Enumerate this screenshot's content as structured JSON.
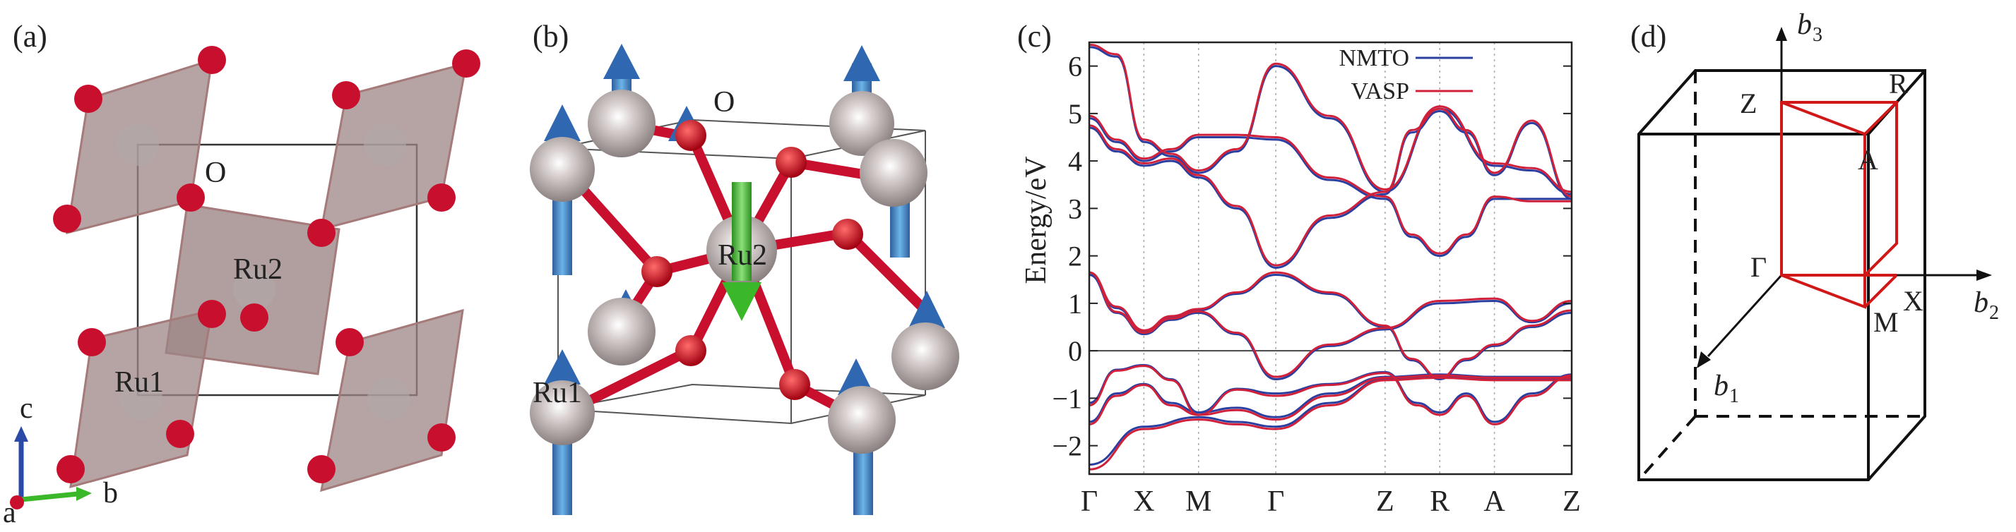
{
  "panels": {
    "a": {
      "label": "(a)",
      "atoms": {
        "o": "O",
        "ru1": "Ru1",
        "ru2": "Ru2"
      },
      "axes": {
        "c": "c",
        "b": "b",
        "a": "a"
      }
    },
    "b": {
      "label": "(b)",
      "atoms": {
        "o": "O",
        "ru1": "Ru1",
        "ru2": "Ru2"
      }
    },
    "c": {
      "label": "(c)",
      "legend": {
        "nmto": "NMTO",
        "vasp": "VASP"
      }
    },
    "d": {
      "label": "(d)",
      "points": {
        "Z": "Z",
        "R": "R",
        "A": "A",
        "Gamma": "Γ",
        "X": "X",
        "M": "M"
      },
      "vectors": {
        "b3": {
          "letter": "b",
          "sub": "3"
        },
        "b2": {
          "letter": "b",
          "sub": "2"
        },
        "b1": {
          "letter": "b",
          "sub": "1"
        }
      }
    }
  },
  "colors": {
    "oxygen": "#c8102e",
    "ruthenium": "#b8b0b0",
    "octahedron": "#9e8686",
    "spin_up": "#2f68b0",
    "spin_down": "#3bb82a",
    "nmto": "#2b3fa0",
    "vasp": "#d0203a",
    "bz_path": "#d01818"
  },
  "chart_data": {
    "type": "line",
    "title": "",
    "xlabel": "",
    "ylabel": "Energy/eV",
    "ylim": [
      -2.6,
      6.5
    ],
    "yticks": [
      -2,
      -1,
      0,
      1,
      2,
      3,
      4,
      5,
      6
    ],
    "ytick_labels": [
      "−2",
      "−1",
      "0",
      "1",
      "2",
      "3",
      "4",
      "5",
      "6"
    ],
    "kpoints": [
      "Γ",
      "X",
      "M",
      "Γ",
      "Z",
      "R",
      "A",
      "Z"
    ],
    "kpoint_pos": [
      0,
      0.5,
      1.0,
      1.707,
      2.707,
      3.207,
      3.707,
      4.414
    ],
    "legend_position": "top-right",
    "series": [
      {
        "name": "NMTO",
        "bands": [
          [
            [
              0,
              -2.4
            ],
            [
              0.5,
              -1.6
            ],
            [
              1.0,
              -1.4
            ],
            [
              1.35,
              -1.5
            ],
            [
              1.707,
              -1.6
            ],
            [
              2.2,
              -1.1
            ],
            [
              2.707,
              -0.6
            ],
            [
              3.207,
              -0.55
            ],
            [
              3.707,
              -0.6
            ],
            [
              4.414,
              -0.6
            ]
          ],
          [
            [
              0,
              -1.5
            ],
            [
              0.25,
              -0.9
            ],
            [
              0.5,
              -0.7
            ],
            [
              0.75,
              -1.1
            ],
            [
              1.0,
              -1.3
            ],
            [
              1.35,
              -1.2
            ],
            [
              1.707,
              -1.4
            ],
            [
              2.2,
              -0.9
            ],
            [
              2.707,
              -0.55
            ],
            [
              3.207,
              -0.5
            ],
            [
              3.707,
              -0.55
            ],
            [
              4.414,
              -0.55
            ]
          ],
          [
            [
              0,
              -1.1
            ],
            [
              0.25,
              -0.4
            ],
            [
              0.5,
              -0.3
            ],
            [
              0.75,
              -0.6
            ],
            [
              1.0,
              -1.3
            ],
            [
              1.35,
              -0.8
            ],
            [
              1.707,
              -0.9
            ],
            [
              2.2,
              -0.7
            ],
            [
              2.707,
              -0.45
            ],
            [
              3.0,
              -1.1
            ],
            [
              3.207,
              -1.3
            ],
            [
              3.45,
              -0.9
            ],
            [
              3.707,
              -1.5
            ],
            [
              4.05,
              -0.9
            ],
            [
              4.414,
              -0.5
            ]
          ],
          [
            [
              0,
              1.6
            ],
            [
              0.25,
              0.8
            ],
            [
              0.5,
              0.35
            ],
            [
              0.75,
              0.65
            ],
            [
              1.0,
              0.8
            ],
            [
              1.35,
              0.35
            ],
            [
              1.707,
              -0.6
            ],
            [
              2.2,
              0.1
            ],
            [
              2.707,
              0.45
            ],
            [
              3.207,
              1.0
            ],
            [
              3.707,
              1.05
            ],
            [
              4.05,
              0.6
            ],
            [
              4.414,
              1.0
            ]
          ],
          [
            [
              0,
              1.6
            ],
            [
              0.25,
              0.9
            ],
            [
              0.5,
              0.4
            ],
            [
              0.75,
              0.7
            ],
            [
              1.0,
              0.85
            ],
            [
              1.35,
              1.2
            ],
            [
              1.707,
              1.6
            ],
            [
              2.2,
              1.2
            ],
            [
              2.707,
              0.5
            ],
            [
              2.95,
              -0.2
            ],
            [
              3.207,
              -0.6
            ],
            [
              3.45,
              -0.2
            ],
            [
              3.707,
              0.1
            ],
            [
              4.05,
              0.5
            ],
            [
              4.414,
              0.8
            ]
          ],
          [
            [
              0,
              4.9
            ],
            [
              0.25,
              4.4
            ],
            [
              0.5,
              4.0
            ],
            [
              0.75,
              4.2
            ],
            [
              1.0,
              4.5
            ],
            [
              1.35,
              4.5
            ],
            [
              1.707,
              4.45
            ],
            [
              2.2,
              3.6
            ],
            [
              2.707,
              3.2
            ],
            [
              2.95,
              2.4
            ],
            [
              3.207,
              2.0
            ],
            [
              3.45,
              2.4
            ],
            [
              3.707,
              3.2
            ],
            [
              4.05,
              3.2
            ],
            [
              4.414,
              3.2
            ]
          ],
          [
            [
              0,
              4.7
            ],
            [
              0.25,
              4.2
            ],
            [
              0.5,
              3.9
            ],
            [
              0.75,
              4.0
            ],
            [
              1.0,
              3.65
            ],
            [
              1.35,
              3.0
            ],
            [
              1.707,
              1.75
            ],
            [
              2.2,
              2.8
            ],
            [
              2.707,
              3.3
            ],
            [
              2.95,
              4.6
            ],
            [
              3.207,
              5.05
            ],
            [
              3.45,
              4.6
            ],
            [
              3.707,
              3.7
            ],
            [
              4.05,
              4.8
            ],
            [
              4.414,
              3.2
            ]
          ],
          [
            [
              0,
              6.4
            ],
            [
              0.25,
              6.2
            ],
            [
              0.5,
              4.4
            ],
            [
              0.75,
              4.1
            ],
            [
              1.0,
              3.75
            ],
            [
              1.35,
              4.2
            ],
            [
              1.707,
              6.0
            ],
            [
              2.2,
              4.9
            ],
            [
              2.707,
              3.35
            ],
            [
              3.207,
              5.1
            ],
            [
              3.707,
              3.9
            ],
            [
              4.05,
              3.8
            ],
            [
              4.414,
              3.3
            ]
          ]
        ]
      },
      {
        "name": "VASP",
        "bands": [
          [
            [
              0,
              -2.5
            ],
            [
              0.5,
              -1.65
            ],
            [
              1.0,
              -1.45
            ],
            [
              1.35,
              -1.55
            ],
            [
              1.707,
              -1.65
            ],
            [
              2.2,
              -1.15
            ],
            [
              2.707,
              -0.62
            ],
            [
              3.207,
              -0.57
            ],
            [
              3.707,
              -0.62
            ],
            [
              4.414,
              -0.62
            ]
          ],
          [
            [
              0,
              -1.55
            ],
            [
              0.25,
              -0.95
            ],
            [
              0.5,
              -0.72
            ],
            [
              0.75,
              -1.15
            ],
            [
              1.0,
              -1.35
            ],
            [
              1.35,
              -1.25
            ],
            [
              1.707,
              -1.45
            ],
            [
              2.2,
              -0.95
            ],
            [
              2.707,
              -0.57
            ],
            [
              3.207,
              -0.52
            ],
            [
              3.707,
              -0.57
            ],
            [
              4.414,
              -0.57
            ]
          ],
          [
            [
              0,
              -1.15
            ],
            [
              0.25,
              -0.42
            ],
            [
              0.5,
              -0.32
            ],
            [
              0.75,
              -0.62
            ],
            [
              1.0,
              -1.35
            ],
            [
              1.35,
              -0.82
            ],
            [
              1.707,
              -0.95
            ],
            [
              2.2,
              -0.72
            ],
            [
              2.707,
              -0.47
            ],
            [
              3.0,
              -1.15
            ],
            [
              3.207,
              -1.35
            ],
            [
              3.45,
              -0.95
            ],
            [
              3.707,
              -1.55
            ],
            [
              4.05,
              -0.95
            ],
            [
              4.414,
              -0.52
            ]
          ],
          [
            [
              0,
              1.65
            ],
            [
              0.25,
              0.82
            ],
            [
              0.5,
              0.38
            ],
            [
              0.75,
              0.68
            ],
            [
              1.0,
              0.83
            ],
            [
              1.35,
              0.38
            ],
            [
              1.707,
              -0.55
            ],
            [
              2.2,
              0.13
            ],
            [
              2.707,
              0.48
            ],
            [
              3.207,
              1.05
            ],
            [
              3.707,
              1.1
            ],
            [
              4.05,
              0.63
            ],
            [
              4.414,
              1.05
            ]
          ],
          [
            [
              0,
              1.65
            ],
            [
              0.25,
              0.93
            ],
            [
              0.5,
              0.43
            ],
            [
              0.75,
              0.73
            ],
            [
              1.0,
              0.88
            ],
            [
              1.35,
              1.23
            ],
            [
              1.707,
              1.65
            ],
            [
              2.2,
              1.23
            ],
            [
              2.707,
              0.53
            ],
            [
              2.95,
              -0.17
            ],
            [
              3.207,
              -0.57
            ],
            [
              3.45,
              -0.17
            ],
            [
              3.707,
              0.13
            ],
            [
              4.05,
              0.53
            ],
            [
              4.414,
              0.85
            ]
          ],
          [
            [
              0,
              4.95
            ],
            [
              0.25,
              4.45
            ],
            [
              0.5,
              4.05
            ],
            [
              0.75,
              4.25
            ],
            [
              1.0,
              4.55
            ],
            [
              1.35,
              4.55
            ],
            [
              1.707,
              4.5
            ],
            [
              2.2,
              3.65
            ],
            [
              2.707,
              3.25
            ],
            [
              2.95,
              2.45
            ],
            [
              3.207,
              2.05
            ],
            [
              3.45,
              2.45
            ],
            [
              3.707,
              3.25
            ],
            [
              4.05,
              3.15
            ],
            [
              4.414,
              3.15
            ]
          ],
          [
            [
              0,
              4.75
            ],
            [
              0.25,
              4.25
            ],
            [
              0.5,
              3.95
            ],
            [
              0.75,
              4.05
            ],
            [
              1.0,
              3.7
            ],
            [
              1.35,
              3.05
            ],
            [
              1.707,
              1.8
            ],
            [
              2.2,
              2.85
            ],
            [
              2.707,
              3.35
            ],
            [
              2.95,
              4.65
            ],
            [
              3.207,
              5.1
            ],
            [
              3.45,
              4.65
            ],
            [
              3.707,
              3.75
            ],
            [
              4.05,
              4.85
            ],
            [
              4.414,
              3.25
            ]
          ],
          [
            [
              0,
              6.45
            ],
            [
              0.25,
              6.25
            ],
            [
              0.5,
              4.45
            ],
            [
              0.75,
              4.15
            ],
            [
              1.0,
              3.8
            ],
            [
              1.35,
              4.25
            ],
            [
              1.707,
              6.05
            ],
            [
              2.2,
              4.95
            ],
            [
              2.707,
              3.4
            ],
            [
              3.207,
              5.15
            ],
            [
              3.707,
              3.95
            ],
            [
              4.05,
              3.85
            ],
            [
              4.414,
              3.35
            ]
          ]
        ]
      }
    ]
  }
}
